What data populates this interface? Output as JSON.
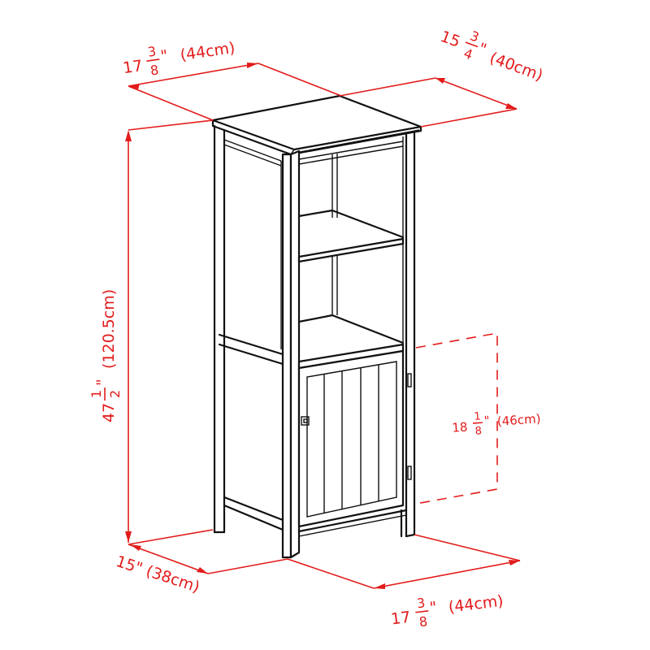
{
  "diagram": {
    "subject": "storage cabinet with two open shelves and lower door",
    "colors": {
      "line": "#111111",
      "dimension": "#e31b1b",
      "background": "#ffffff"
    }
  },
  "dimensions": {
    "top_width": {
      "whole": "17",
      "num": "3",
      "den": "8",
      "unit": "\"",
      "metric": "(44cm)"
    },
    "top_depth": {
      "whole": "15",
      "num": "3",
      "den": "4",
      "unit": "\"",
      "metric": "(40cm)"
    },
    "height": {
      "whole": "47",
      "num": "1",
      "den": "2",
      "unit": "\"",
      "metric": "(120.5cm)"
    },
    "door_height": {
      "whole": "18",
      "num": "1",
      "den": "8",
      "unit": "\"",
      "metric": "(46cm)"
    },
    "base_depth": {
      "text": "15\" (38cm)"
    },
    "base_width": {
      "whole": "17",
      "num": "3",
      "den": "8",
      "unit": "\"",
      "metric": "(44cm)"
    }
  }
}
